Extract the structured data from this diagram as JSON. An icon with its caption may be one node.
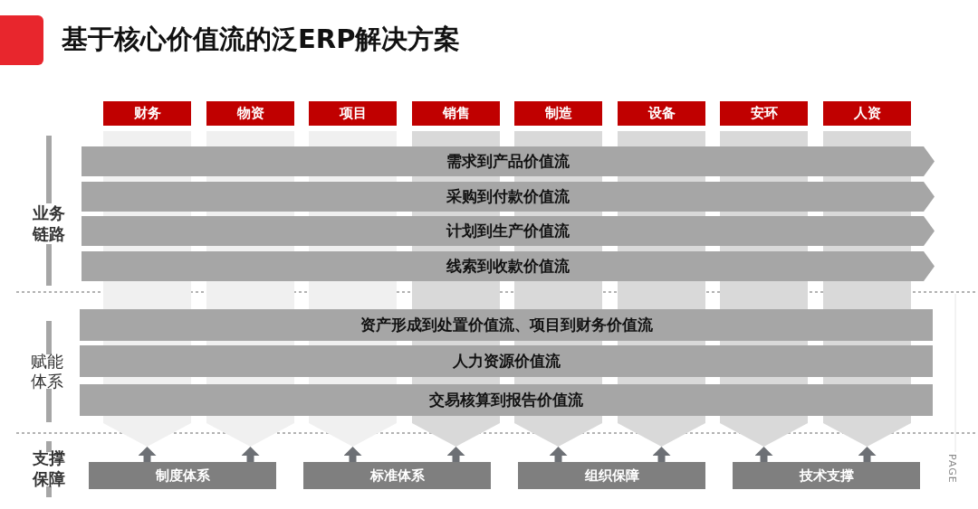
{
  "diagram": {
    "title": "基于核心价值流的泛ERP解决方案",
    "nodes": [
      {
        "text": [
          "财务"
        ]
      },
      {
        "text": [
          "物资"
        ]
      },
      {
        "text": [
          "项目"
        ]
      },
      {
        "text": [
          "销售"
        ]
      },
      {
        "text": [
          "制造"
        ]
      },
      {
        "text": [
          "设备"
        ]
      },
      {
        "text": [
          "安环"
        ]
      },
      {
        "text": [
          "人资"
        ]
      },
      {
        "text": [],
        "shape": "box"
      },
      {
        "text": [],
        "shape": "box"
      },
      {
        "text": [],
        "shape": "box"
      },
      {
        "text": [],
        "shape": "box"
      },
      {
        "text": [],
        "shape": "box"
      },
      {
        "text": [],
        "shape": "box"
      },
      {
        "text": [],
        "shape": "box"
      },
      {
        "text": [],
        "shape": "box"
      },
      {
        "text": [
          "需求到产品价值流"
        ]
      },
      {
        "text": [
          "采购到付款价值流"
        ]
      },
      {
        "text": [
          "计划到生产价值流"
        ]
      },
      {
        "text": [
          "线索到收款价值流"
        ]
      },
      {
        "text": [
          "资产形成到处置价值流、项目到财务价值流"
        ]
      },
      {
        "text": [
          "人力资源价值流"
        ]
      },
      {
        "text": [
          "交易核算到报告价值流"
        ]
      },
      {
        "text": [
          "制度体系"
        ]
      },
      {
        "text": [
          "标准体系"
        ]
      },
      {
        "text": [
          "组织保障"
        ]
      },
      {
        "text": [
          "技术支撑"
        ]
      }
    ],
    "edges": [
      {
        "from": 23,
        "to": 8,
        "arrow": "to"
      },
      {
        "from": 23,
        "to": 9,
        "arrow": "to"
      },
      {
        "from": 24,
        "to": 10,
        "arrow": "to"
      },
      {
        "from": 24,
        "to": 11,
        "arrow": "to"
      },
      {
        "from": 25,
        "to": 12,
        "arrow": "to"
      },
      {
        "from": 25,
        "to": 13,
        "arrow": "to"
      },
      {
        "from": 26,
        "to": 14,
        "arrow": "to"
      },
      {
        "from": 26,
        "to": 15,
        "arrow": "to"
      }
    ],
    "labels": [
      "业务链路",
      "赋能体系",
      "支撑保障",
      "PAGE"
    ]
  }
}
